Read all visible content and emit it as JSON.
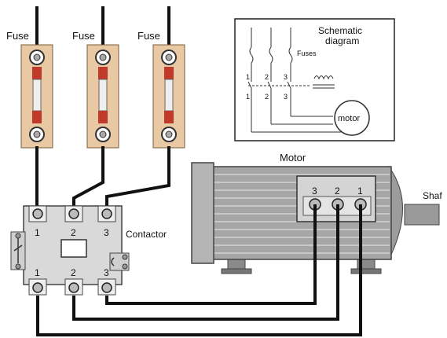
{
  "fuses": [
    {
      "label": "Fuse"
    },
    {
      "label": "Fuse"
    },
    {
      "label": "Fuse"
    }
  ],
  "schematic": {
    "title_line1": "Schematic",
    "title_line2": "diagram",
    "fuses_label": "Fuses",
    "top_numbers": [
      "1",
      "2",
      "3"
    ],
    "bottom_numbers": [
      "1",
      "2",
      "3"
    ],
    "motor_label": "motor"
  },
  "contactor": {
    "label": "Contactor",
    "top_terminals": [
      "1",
      "2",
      "3"
    ],
    "bottom_terminals": [
      "1",
      "2",
      "3"
    ]
  },
  "motor": {
    "label": "Motor",
    "terminals": [
      "3",
      "2",
      "1"
    ],
    "shaft_label": "Shaf"
  },
  "colors": {
    "fuse_base": "#e8c9a4",
    "fuse_red": "#c0392b",
    "motor_body": "#a6a6a6",
    "contactor_body": "#d9d9d9",
    "wire": "#111111"
  }
}
